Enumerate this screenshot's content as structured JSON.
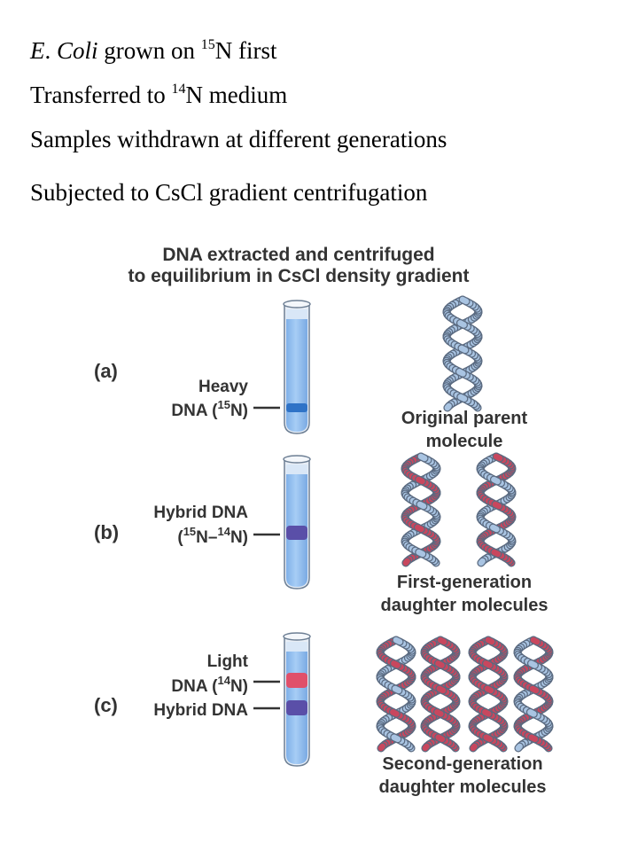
{
  "intro": {
    "line1": {
      "pre": "E",
      "dot_coli": ". Coli",
      "mid": " grown on ",
      "sup": "15",
      "post": "N first"
    },
    "line2": {
      "pre": "Transferred to ",
      "sup": "14",
      "post": "N medium"
    },
    "line3": "Samples withdrawn at different generations",
    "line4": "Subjected to CsCl gradient centrifugation"
  },
  "figure": {
    "title_line1": "DNA extracted and centrifuged",
    "title_line2": "to equilibrium in CsCl density gradient",
    "panels": [
      {
        "letter": "(a)",
        "band_labels": [
          {
            "lines": [
              "Heavy",
              "DNA ("
            ],
            "sup": "15",
            "tail": "N)"
          }
        ],
        "molecule_caption": [
          "Original parent",
          "molecule"
        ]
      },
      {
        "letter": "(b)",
        "band_labels": [
          {
            "lines": [
              "Hybrid DNA",
              "("
            ],
            "sup": "15",
            "mid": "N–",
            "sup2": "14",
            "tail": "N)"
          }
        ],
        "molecule_caption": [
          "First-generation",
          "daughter molecules"
        ]
      },
      {
        "letter": "(c)",
        "band_labels": [
          {
            "lines": [
              "Light",
              "DNA ("
            ],
            "sup": "14",
            "tail": "N)"
          },
          {
            "lines": [
              "Hybrid DNA"
            ]
          }
        ],
        "molecule_caption": [
          "Second-generation",
          "daughter molecules"
        ]
      }
    ]
  },
  "colors": {
    "tube_liquid": "#8fbff0",
    "heavy_band": "#2f73c7",
    "hybrid_band": "#5a4fa8",
    "light_band": "#e0506a",
    "strand_blue": "#a9c4e2",
    "strand_red": "#c8475e"
  }
}
